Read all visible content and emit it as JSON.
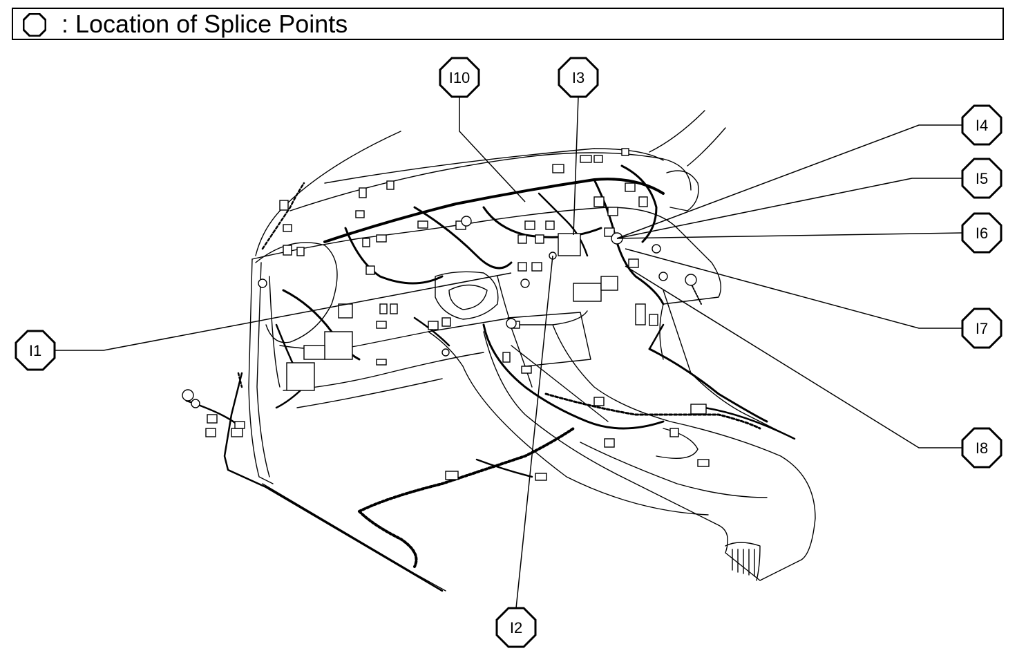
{
  "legend": {
    "symbol": "octagon-icon",
    "text": ": Location of Splice Points"
  },
  "callouts": [
    {
      "id": "I1",
      "label": "I1"
    },
    {
      "id": "I2",
      "label": "I2"
    },
    {
      "id": "I3",
      "label": "I3"
    },
    {
      "id": "I4",
      "label": "I4"
    },
    {
      "id": "I5",
      "label": "I5"
    },
    {
      "id": "I6",
      "label": "I6"
    },
    {
      "id": "I7",
      "label": "I7"
    },
    {
      "id": "I8",
      "label": "I8"
    },
    {
      "id": "I10",
      "label": "I10"
    }
  ],
  "colors": {
    "ink": "#000000",
    "paper": "#ffffff"
  }
}
